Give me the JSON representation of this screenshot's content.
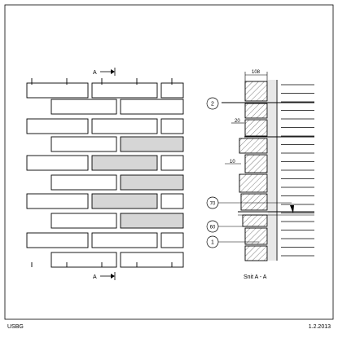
{
  "elevation": {
    "section_marker_top": "A",
    "section_marker_bottom": "A"
  },
  "section": {
    "title": "Snit A - A",
    "dim_width": "108",
    "dim_20": "20",
    "dim_10": "10",
    "callouts": [
      {
        "label": "2"
      },
      {
        "label": "70"
      },
      {
        "label": "60"
      },
      {
        "label": "1"
      }
    ]
  },
  "footer": {
    "left": "USBG",
    "right": "1.2.2013"
  }
}
